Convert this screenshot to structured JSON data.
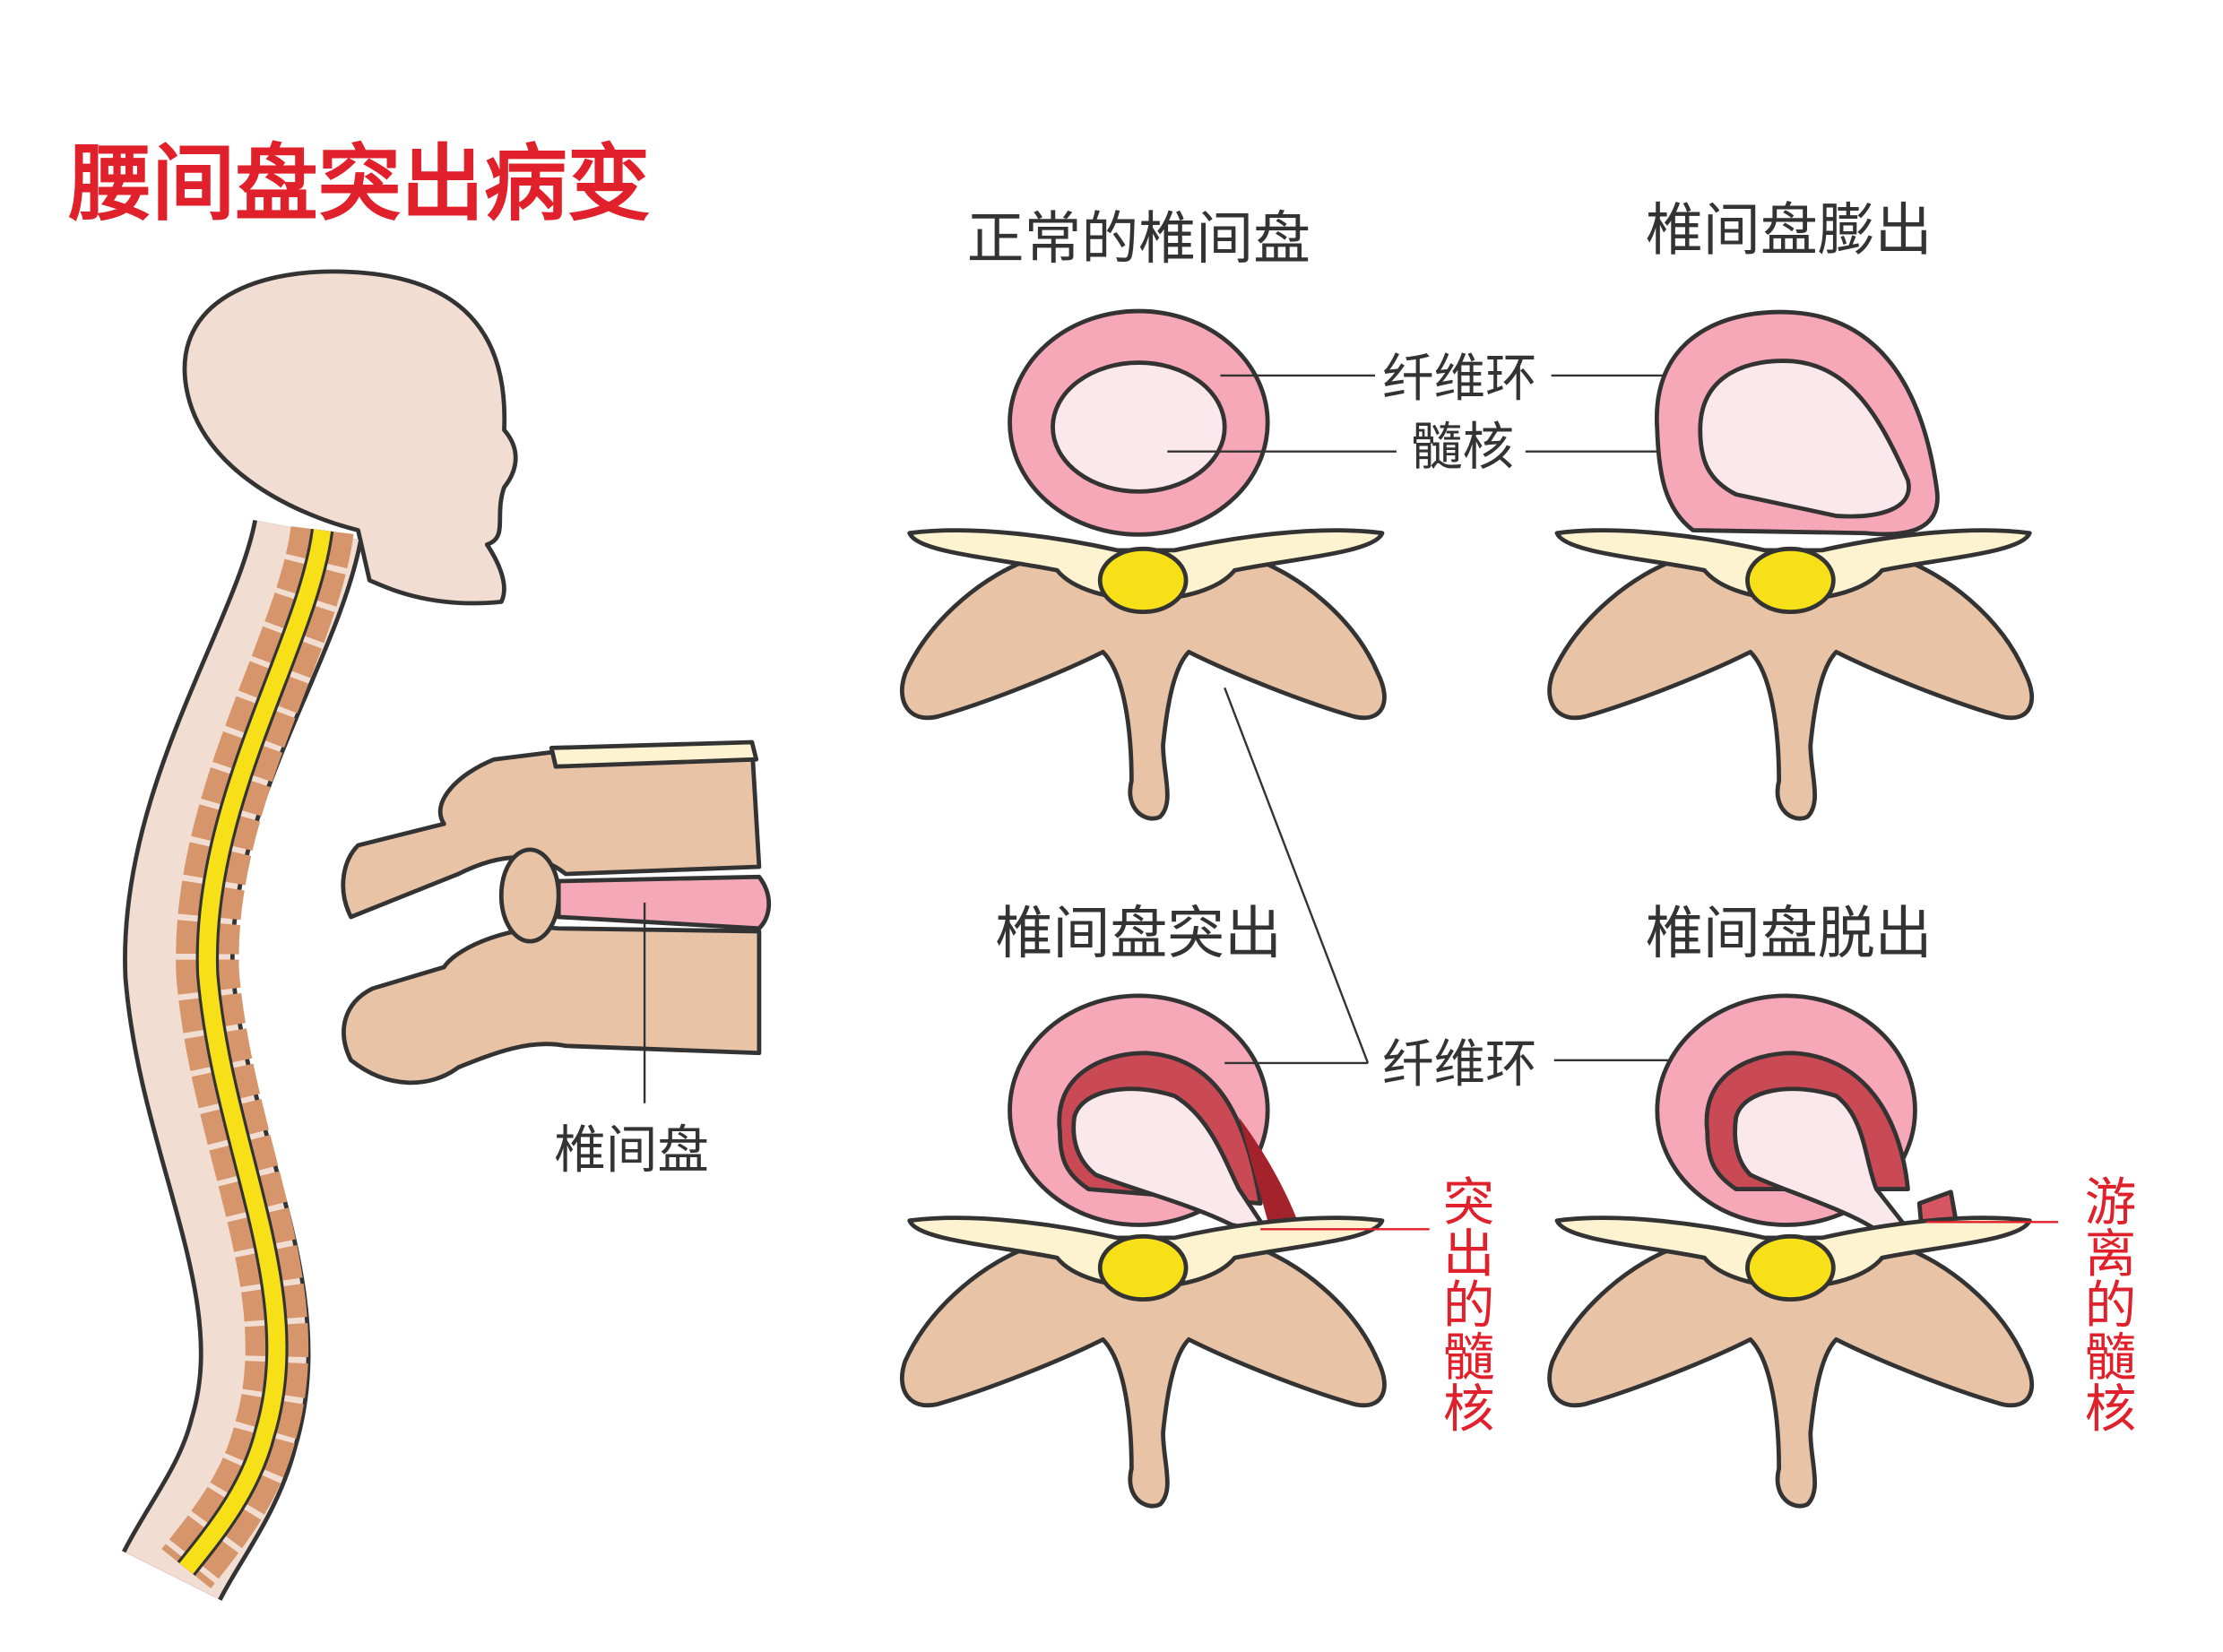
{
  "title": "腰间盘突出病变",
  "side_view": {
    "label": "椎间盘"
  },
  "panels": [
    {
      "heading": "正常的椎间盘",
      "labels": [
        "纤维环",
        "髓核"
      ]
    },
    {
      "heading": "椎间盘膨出"
    },
    {
      "heading": "椎间盘突出",
      "labels": [
        "纤维环"
      ],
      "callout": "突出的髓核"
    },
    {
      "heading": "椎间盘脱出",
      "callout": "游离的髓核"
    }
  ],
  "colors": {
    "title": "#e0202a",
    "disc": "#f7a8b8",
    "nucleus": "#fbe8ec",
    "bone": "#e8c3a6",
    "cord": "#f7e017",
    "herniation": "#b0252e"
  }
}
